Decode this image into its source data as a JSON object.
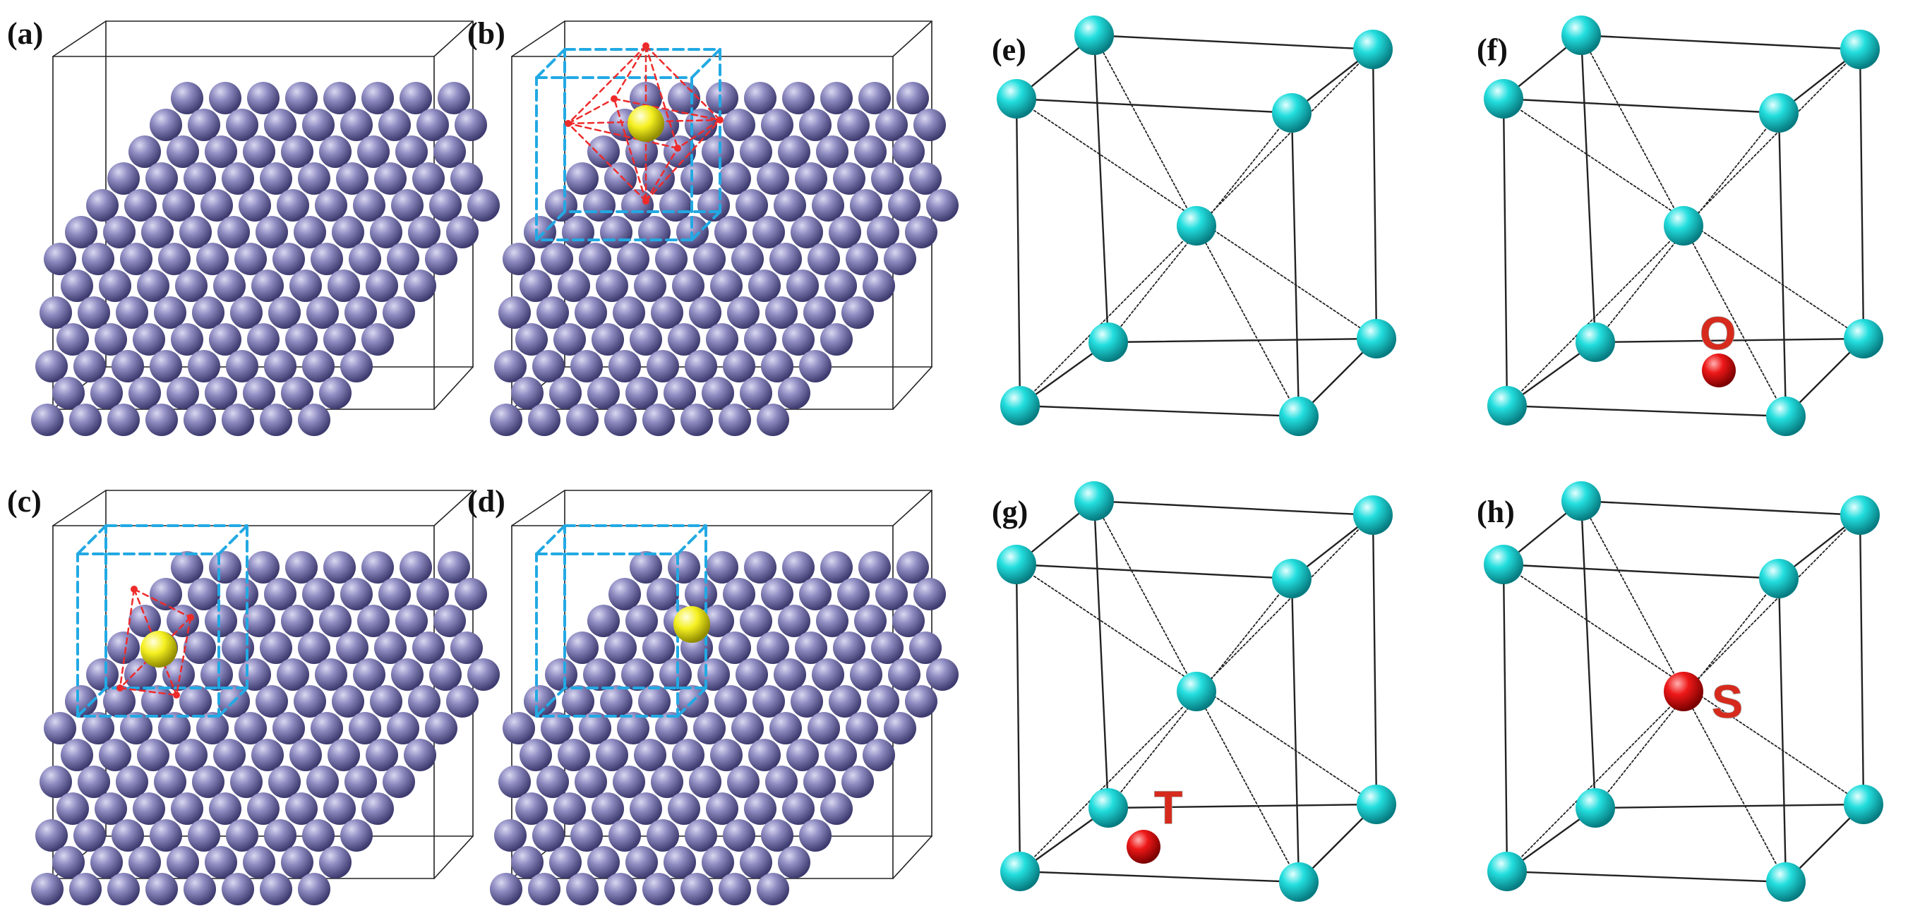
{
  "figure": {
    "panels": [
      {
        "id": "a",
        "label": "(a)",
        "kind": "lattice",
        "highlight": "none"
      },
      {
        "id": "b",
        "label": "(b)",
        "kind": "lattice",
        "highlight": "octahedral"
      },
      {
        "id": "c",
        "label": "(c)",
        "kind": "lattice",
        "highlight": "tetrahedral"
      },
      {
        "id": "d",
        "label": "(d)",
        "kind": "lattice",
        "highlight": "substitutional"
      },
      {
        "id": "e",
        "label": "(e)",
        "kind": "bcc-cell",
        "site": "none"
      },
      {
        "id": "f",
        "label": "(f)",
        "kind": "bcc-cell",
        "site": "octahedral",
        "site_label": "O"
      },
      {
        "id": "g",
        "label": "(g)",
        "kind": "bcc-cell",
        "site": "tetrahedral",
        "site_label": "T"
      },
      {
        "id": "h",
        "label": "(h)",
        "kind": "bcc-cell",
        "site": "substitutional",
        "site_label": "S"
      }
    ]
  },
  "colors": {
    "lattice_atom": "#7b78b0",
    "solute_atom": "#f2ee1f",
    "cell_atom": "#1fd6d6",
    "interstitial_atom": "#e01414",
    "dashed_box": "#22a9e3",
    "polyhedron": "#ee2b2b",
    "edges": "#222222"
  }
}
